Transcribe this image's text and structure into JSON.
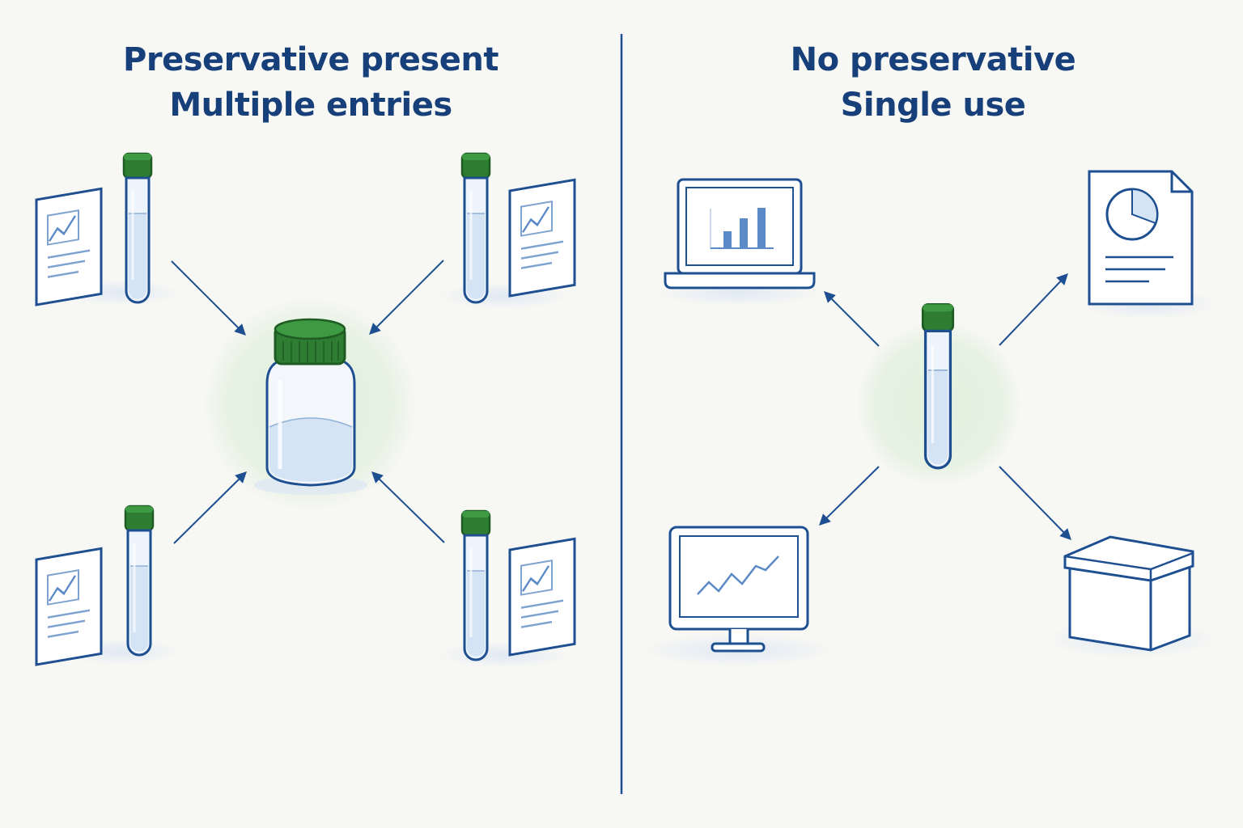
{
  "left_panel": {
    "title_line1": "Preservative present",
    "title_line2": "Multiple entries",
    "center": "multi-dose-vial",
    "sources": [
      {
        "items": [
          "chart-document-icon",
          "test-tube-icon"
        ],
        "flow": "into-vial"
      },
      {
        "items": [
          "test-tube-icon",
          "chart-document-icon"
        ],
        "flow": "into-vial"
      },
      {
        "items": [
          "chart-document-icon",
          "test-tube-icon"
        ],
        "flow": "into-vial"
      },
      {
        "items": [
          "test-tube-icon",
          "chart-document-icon"
        ],
        "flow": "into-vial"
      }
    ]
  },
  "right_panel": {
    "title_line1": "No preservative",
    "title_line2": "Single use",
    "center": "single-test-tube",
    "destinations": [
      "laptop-bar-chart-icon",
      "pie-chart-document-icon",
      "monitor-line-chart-icon",
      "storage-box-icon"
    ]
  },
  "colors": {
    "background": "#f7f7f4",
    "title": "#173f7a",
    "line": "#1d4f91",
    "cap": "#2e7d32",
    "cap_dark": "#1f5c23",
    "liquid": "#d4e4f5",
    "glass": "#eef4fb",
    "glow": "#e3f1df",
    "chart_accent": "#5b8ac6"
  }
}
